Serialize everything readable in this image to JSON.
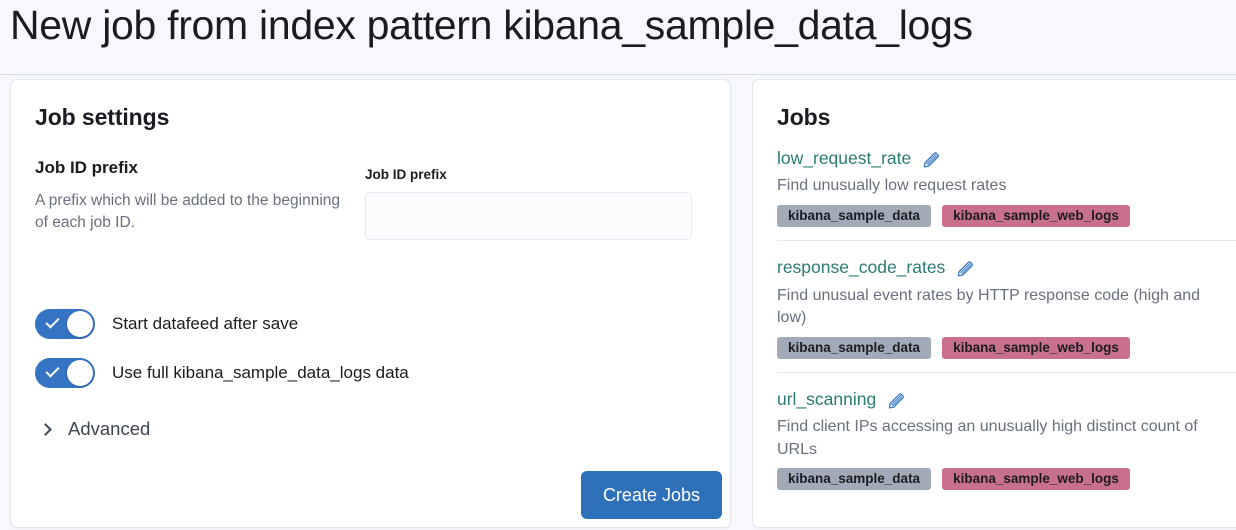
{
  "header": {
    "title": "New job from index pattern kibana_sample_data_logs"
  },
  "job_settings": {
    "section_title": "Job settings",
    "prefix": {
      "desc_title": "Job ID prefix",
      "desc_text": "A prefix which will be added to the beginning of each job ID.",
      "field_label": "Job ID prefix",
      "field_value": "",
      "field_placeholder": ""
    },
    "switches": [
      {
        "label": "Start datafeed after save",
        "checked": true
      },
      {
        "label": "Use full kibana_sample_data_logs data",
        "checked": true
      }
    ],
    "advanced": {
      "label": "Advanced",
      "expanded": false,
      "icon": "chevron-right-icon"
    },
    "create_button": "Create Jobs"
  },
  "jobs_panel": {
    "title": "Jobs",
    "edit_icon": "pencil-icon",
    "jobs": [
      {
        "name": "low_request_rate",
        "description": "Find unusually low request rates",
        "badges": [
          "kibana_sample_data",
          "kibana_sample_web_logs"
        ]
      },
      {
        "name": "response_code_rates",
        "description": "Find unusual event rates by HTTP response code (high and low)",
        "badges": [
          "kibana_sample_data",
          "kibana_sample_web_logs"
        ]
      },
      {
        "name": "url_scanning",
        "description": "Find client IPs accessing an unusually high distinct count of URLs",
        "badges": [
          "kibana_sample_data",
          "kibana_sample_web_logs"
        ]
      }
    ]
  },
  "colors": {
    "page_background": "#f7f8fc",
    "panel_background": "#ffffff",
    "accent_blue": "#2f71b9",
    "switch_on": "#3574c5",
    "job_link": "#2b7c72",
    "badge_gray": "#a2aab8",
    "badge_pink": "#c9708d",
    "muted_text": "#69707d"
  }
}
